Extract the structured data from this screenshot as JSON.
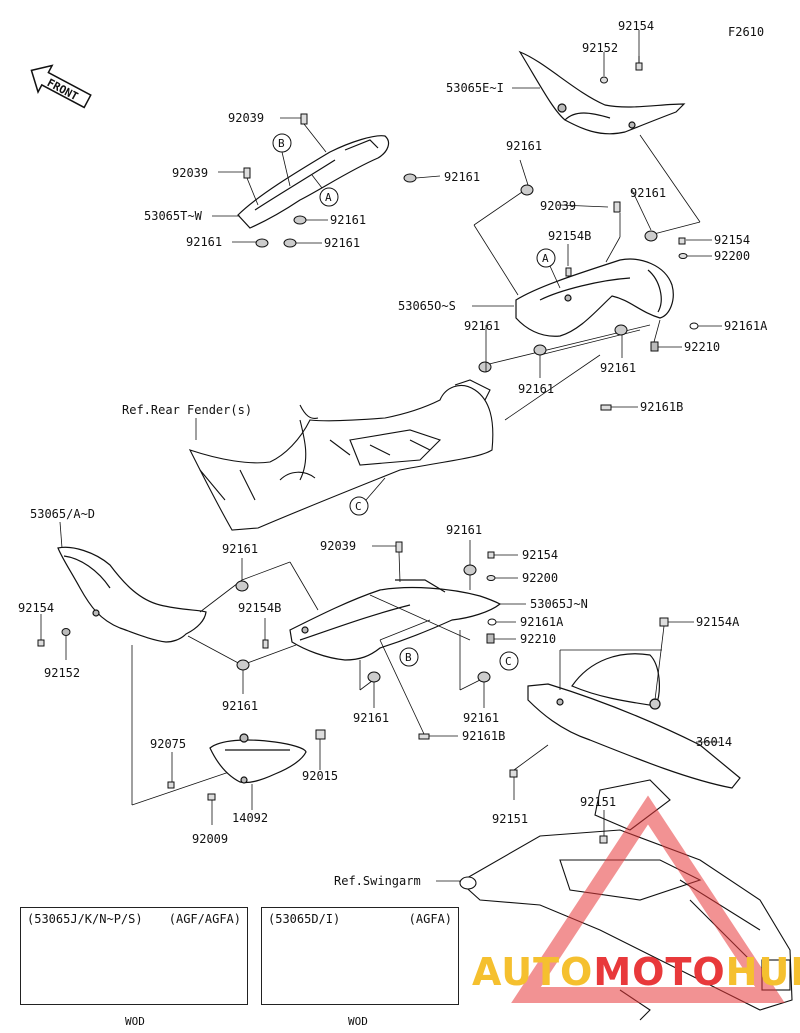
{
  "figure_code": "F2610",
  "front_label": "FRONT",
  "parts": {
    "p53065EI": "53065E~I",
    "p92154_a": "92154",
    "p92152_a": "92152",
    "p92039_a": "92039",
    "p92039_b": "92039",
    "p92039_c": "92039",
    "p92039_d": "92039",
    "p92161_a": "92161",
    "p92161_b": "92161",
    "p92161_c": "92161",
    "p92161_d": "92161",
    "p92161_e": "92161",
    "p92161_f": "92161",
    "p92161_g": "92161",
    "p92161_h": "92161",
    "p92161_i": "92161",
    "p92161_j": "92161",
    "p92161_k": "92161",
    "p92161_l": "92161",
    "p92161_m": "92161",
    "p92161_n": "92161",
    "p53065TW": "53065T~W",
    "p92154B_a": "92154B",
    "p92154B_b": "92154B",
    "p92154_b": "92154",
    "p92154_c": "92154",
    "p92154_d": "92154",
    "p92200_a": "92200",
    "p92200_b": "92200",
    "p53065OS": "53065O~S",
    "p92161A_a": "92161A",
    "p92161A_b": "92161A",
    "p92210_a": "92210",
    "p92210_b": "92210",
    "p92161B_a": "92161B",
    "p92161B_b": "92161B",
    "refRearFender": "Ref.Rear Fender(s)",
    "p53065AD": "53065/A~D",
    "p92152_b": "92152",
    "p53065JN": "53065J~N",
    "p92154A": "92154A",
    "p36014": "36014",
    "p92075": "92075",
    "p92015": "92015",
    "p14092": "14092",
    "p92009": "92009",
    "p92151_a": "92151",
    "p92151_b": "92151",
    "refSwingarm": "Ref.Swingarm"
  },
  "callouts": {
    "a1": "A",
    "a2": "A",
    "b1": "B",
    "b2": "B",
    "c1": "C",
    "c2": "C"
  },
  "inset_left": {
    "header": "(53065J/K/N~P/S)",
    "tag": "(AGF/AGFA)",
    "footer": "WOD"
  },
  "inset_right": {
    "header": "(53065D/I)",
    "tag": "(AGFA)",
    "footer": "WOD"
  },
  "watermark": {
    "part1": "AUTO",
    "part2": "MOTO",
    "part3": "HUB"
  }
}
